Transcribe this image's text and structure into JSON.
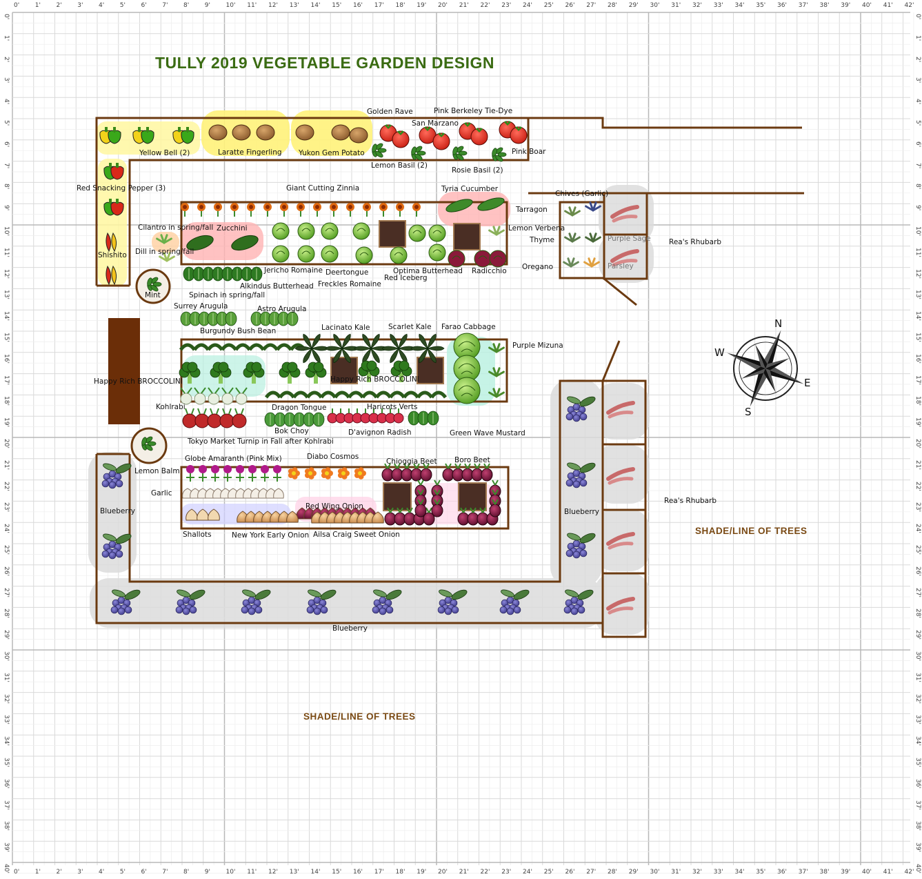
{
  "title": "TULLY 2019 VEGETABLE GARDEN DESIGN",
  "ruler_x": [
    "0'",
    "1'",
    "2'",
    "3'",
    "4'",
    "5'",
    "6'",
    "7'",
    "8'",
    "9'",
    "10'",
    "11'",
    "12'",
    "13'",
    "14'",
    "15'",
    "16'",
    "17'",
    "18'",
    "19'",
    "20'",
    "21'",
    "22'",
    "23'",
    "24'",
    "25'",
    "26'",
    "27'",
    "28'",
    "29'",
    "30'",
    "31'",
    "32'",
    "33'",
    "34'",
    "35'",
    "36'",
    "37'",
    "38'",
    "39'",
    "40'",
    "41'",
    "42'"
  ],
  "ruler_y": [
    "0'",
    "1'",
    "2'",
    "3'",
    "4'",
    "5'",
    "6'",
    "7'",
    "8'",
    "9'",
    "10'",
    "11'",
    "12'",
    "13'",
    "14'",
    "15'",
    "16'",
    "17'",
    "18'",
    "19'",
    "20'",
    "21'",
    "22'",
    "23'",
    "24'",
    "25'",
    "26'",
    "27'",
    "28'",
    "29'",
    "30'",
    "31'",
    "32'",
    "33'",
    "34'",
    "35'",
    "36'",
    "37'",
    "38'",
    "39'",
    "40'"
  ],
  "compass": {
    "n": "N",
    "e": "E",
    "s": "S",
    "w": "W"
  },
  "shade_labels": [
    "SHADE/LINE OF TREES",
    "SHADE/LINE OF TREES"
  ],
  "labels": {
    "golden_rave": "Golden Rave",
    "pink_berkeley": "Pink Berkeley Tie-Dye",
    "san_marzano": "San Marzano",
    "yellow_bell": "Yellow Bell (2)",
    "laratte": "Laratte Fingerling",
    "yukon": "Yukon Gem Potato",
    "lemon_basil": "Lemon Basil (2)",
    "rosie_basil": "Rosie Basil (2)",
    "pink_boar": "Pink Boar",
    "red_snacking": "Red Snacking Pepper (3)",
    "giant_zinnia": "Giant Cutting Zinnia",
    "tyria": "Tyria Cucumber",
    "chives": "Chives (Garlic)",
    "tarragon": "Tarragon",
    "lemon_verbena": "Lemon Verbena",
    "thyme": "Thyme",
    "purple_sage": "Purple Sage",
    "reas_rhubarb_1": "Rea's Rhubarb",
    "oregano": "Oregano",
    "parsley": "Parsley",
    "cilantro": "Cilantro in spring/fall",
    "zucchini": "Zucchini",
    "dill": "Dill in spring/fall",
    "shishito": "Shishito",
    "jericho": "Jericho Romaine",
    "deertongue": "Deertongue",
    "optima": "Optima Butterhead",
    "radicchio": "Radicchio",
    "red_iceberg": "Red Iceberg",
    "alkindus": "Alkindus Butterhead",
    "freckles": "Freckles Romaine",
    "mint": "Mint",
    "spinach": "Spinach in spring/fall",
    "surrey": "Surrey Arugula",
    "astro": "Astro Arugula",
    "lacinato": "Lacinato Kale",
    "scarlet_kale": "Scarlet Kale",
    "farao": "Farao Cabbage",
    "burgundy": "Burgundy Bush Bean",
    "purple_mizuna": "Purple Mizuna",
    "broccolini_1": "Happy Rich BROCCOLINI",
    "broccolini_2": "Happy Rich BROCCOLINI",
    "kohlrabi": "Kohlrabi",
    "dragon_tongue": "Dragon Tongue",
    "haricots": "Haricots Verts",
    "bok_choy": "Bok Choy",
    "davignon": "D'avignon Radish",
    "green_wave": "Green Wave Mustard",
    "tokyo": "Tokyo Market Turnip in Fall after Kohlrabi",
    "lemon_balm": "Lemon Balm",
    "globe_amaranth": "Globe Amaranth (Pink Mix)",
    "diabo": "Diabo Cosmos",
    "chioggia": "Chioggia Beet",
    "boro": "Boro Beet",
    "garlic": "Garlic",
    "red_wing": "Red Wing Onion",
    "blueberry_1": "Blueberry",
    "blueberry_2": "Blueberry",
    "blueberry_3": "Blueberry",
    "reas_rhubarb_2": "Rea's Rhubarb",
    "shallots": "Shallots",
    "ny_onion": "New York Early Onion",
    "ailsa": "Ailsa Craig Sweet Onion"
  },
  "colors": {
    "border": "#6b3a10",
    "title": "#3a6b12",
    "shade_text": "#7a4a14",
    "grid": "#d9d9d9"
  }
}
